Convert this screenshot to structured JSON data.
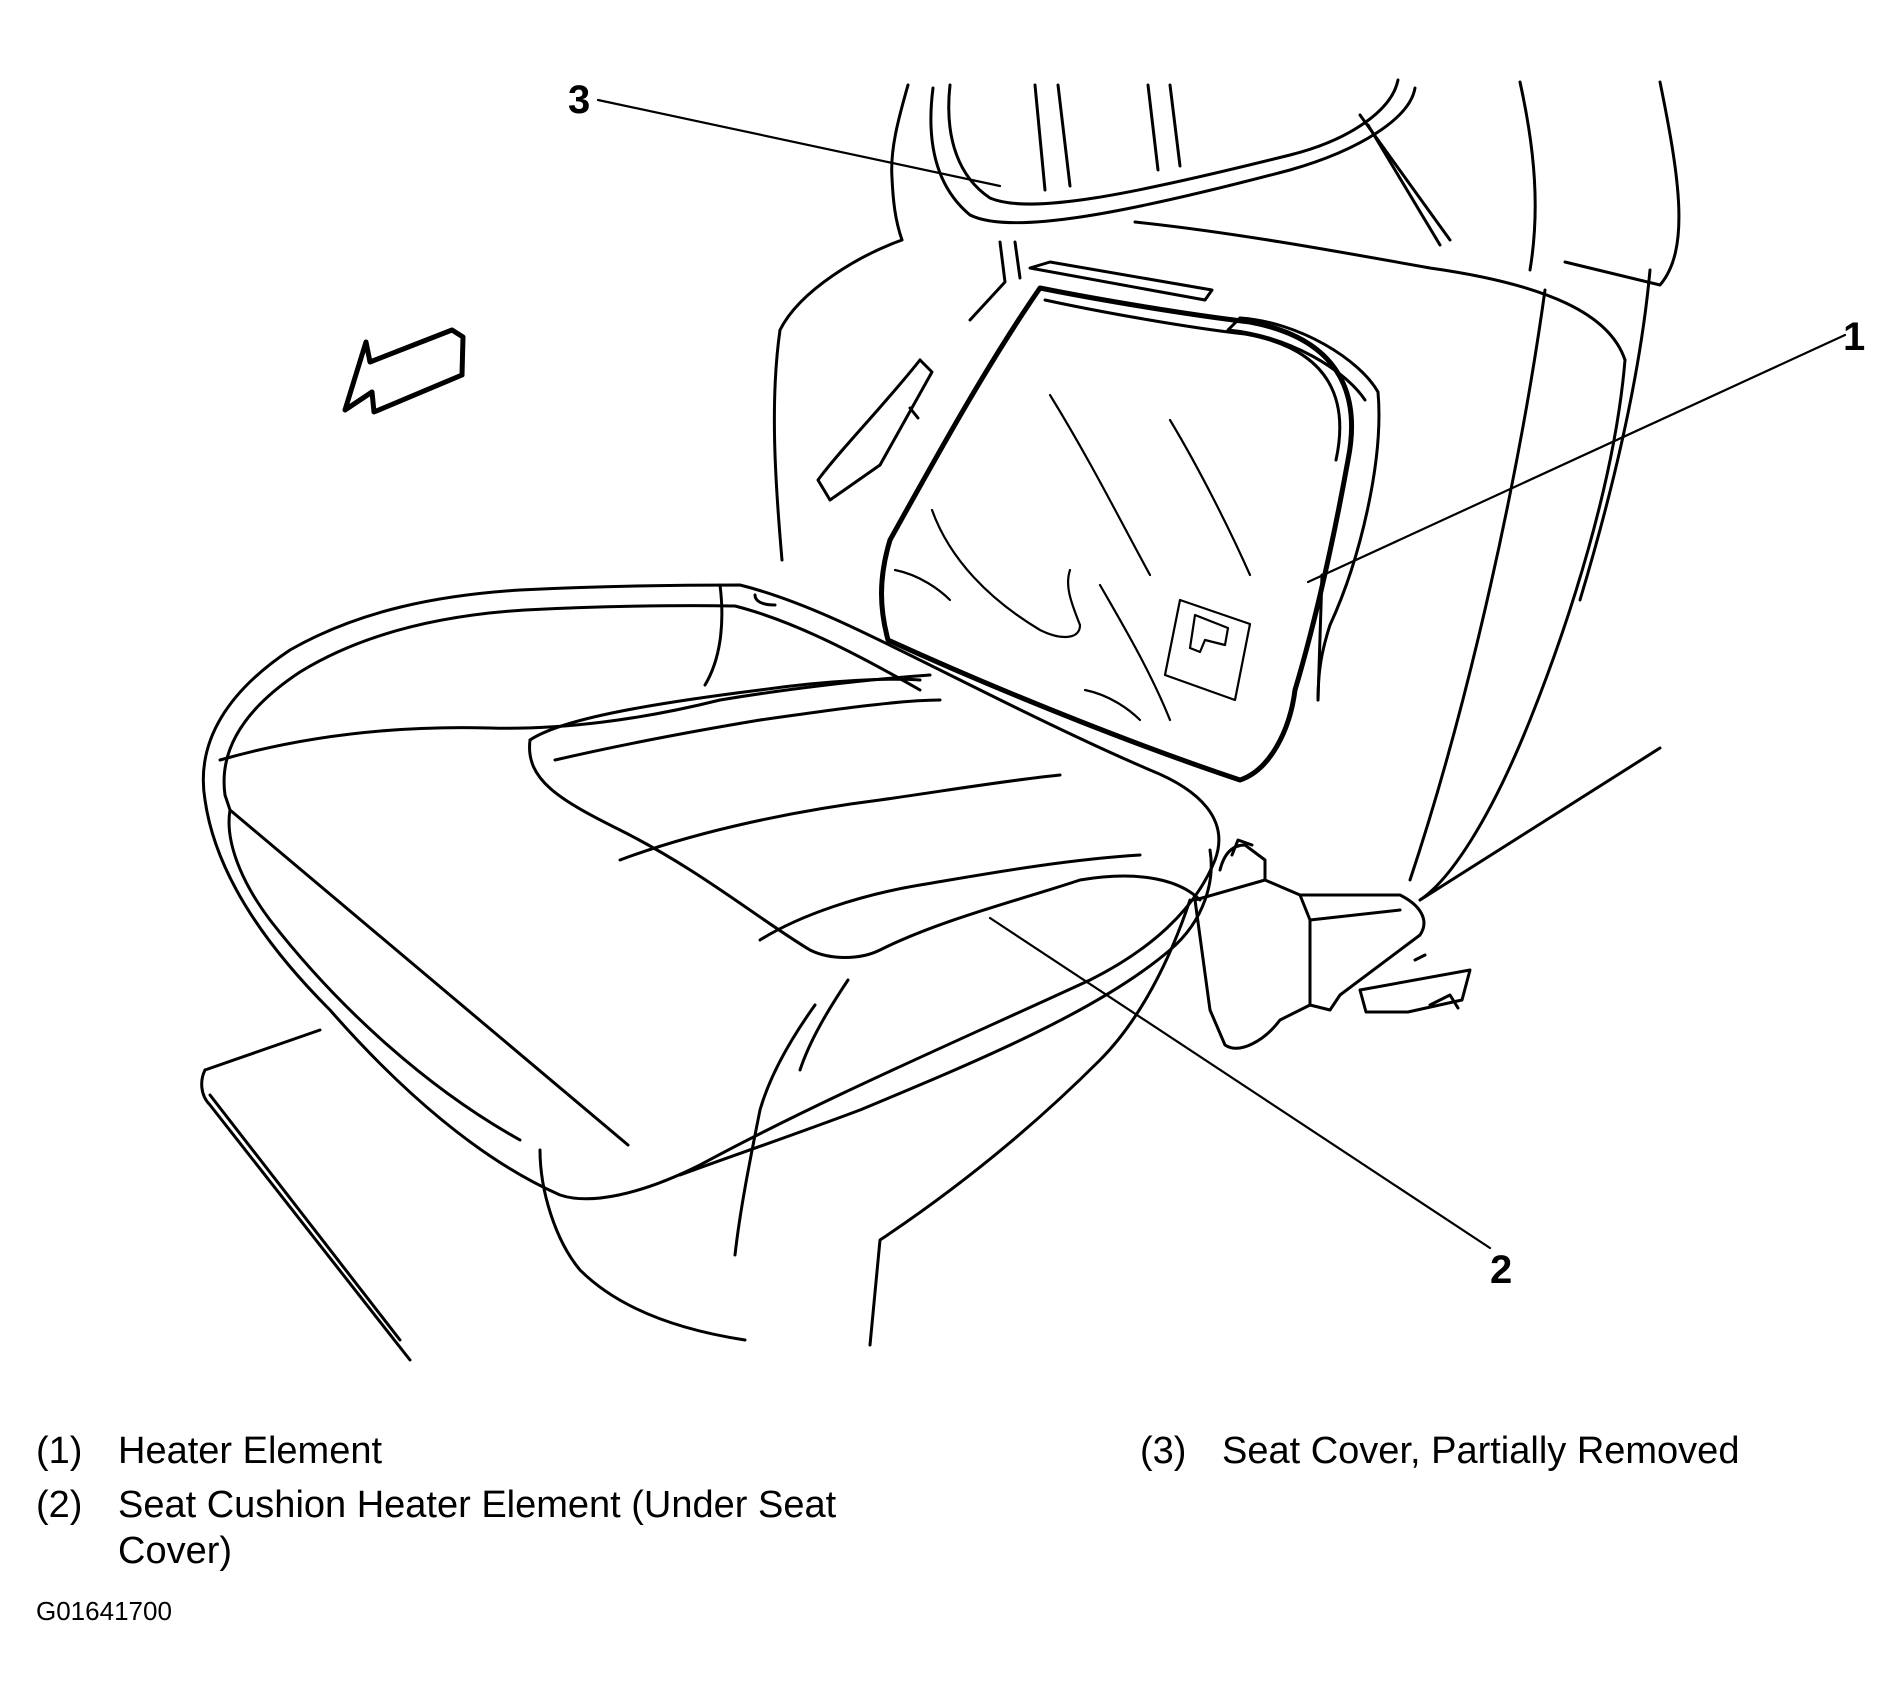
{
  "callouts": {
    "c1": "1",
    "c2": "2",
    "c3": "3"
  },
  "legend": {
    "items": [
      {
        "num": "(1)",
        "text": "Heater Element"
      },
      {
        "num": "(2)",
        "text": "Seat Cushion Heater Element (Under Seat Cover)"
      },
      {
        "num": "(3)",
        "text": "Seat Cover, Partially Removed"
      }
    ]
  },
  "figure_id": "G01641700"
}
